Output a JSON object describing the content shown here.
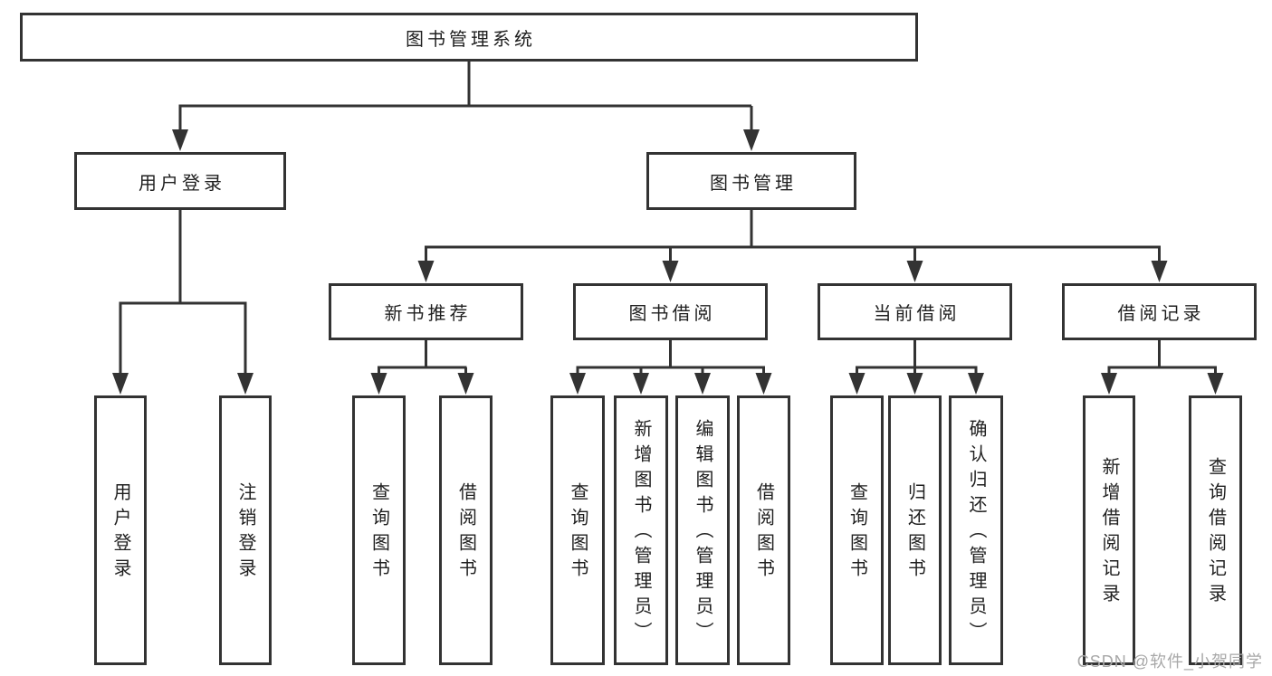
{
  "tree": {
    "root": {
      "label": "图书管理系统"
    },
    "user_login": {
      "label": "用户登录",
      "children": [
        {
          "label": "用户登录"
        },
        {
          "label": "注销登录"
        }
      ]
    },
    "book_management": {
      "label": "图书管理",
      "new_book_recommendation": {
        "label": "新书推荐",
        "children": [
          {
            "label": "查询图书"
          },
          {
            "label": "借阅图书"
          }
        ]
      },
      "book_borrowing": {
        "label": "图书借阅",
        "children": [
          {
            "label": "查询图书"
          },
          {
            "label": "新增图书（管理员）"
          },
          {
            "label": "编辑图书（管理员）"
          },
          {
            "label": "借阅图书"
          }
        ]
      },
      "current_borrowing": {
        "label": "当前借阅",
        "children": [
          {
            "label": "查询图书"
          },
          {
            "label": "归还图书"
          },
          {
            "label": "确认归还（管理员）"
          }
        ]
      },
      "borrowing_records": {
        "label": "借阅记录",
        "children": [
          {
            "label": "新增借阅记录"
          },
          {
            "label": "查询借阅记录"
          }
        ]
      }
    }
  },
  "watermark": "CSDN @软件_小贺同学",
  "colors": {
    "line": "#333333",
    "text": "#1f1f1f",
    "background": "#ffffff",
    "watermark": "#a8a8a8"
  }
}
